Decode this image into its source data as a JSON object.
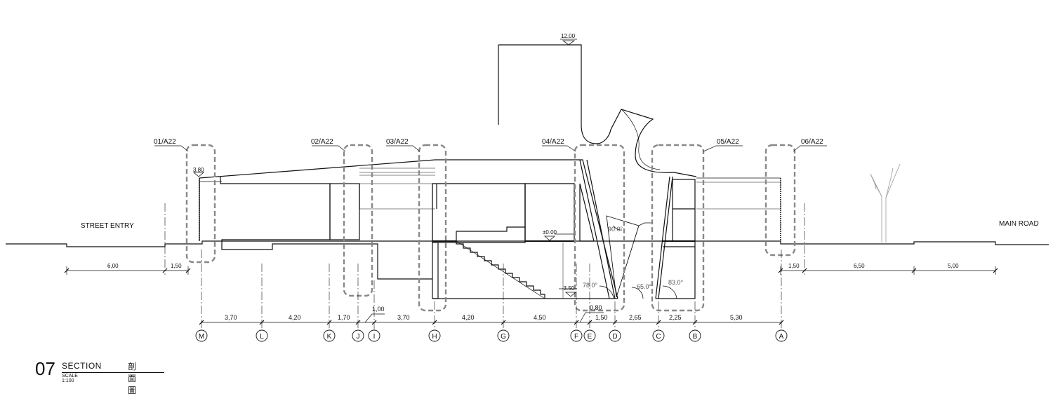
{
  "drawing": {
    "number": "07",
    "title": "SECTION",
    "title_cn": "剖面圖",
    "scale": "SCALE 1:100"
  },
  "labels": {
    "street_entry": "STREET ENTRY",
    "main_road": "MAIN ROAD"
  },
  "detail_callouts": [
    "01/A22",
    "02/A22",
    "03/A22",
    "04/A22",
    "05/A22",
    "06/A22"
  ],
  "levels": {
    "top": "12.00",
    "left_roof": "3.80",
    "ground": "±0.00",
    "basement": "-3.50"
  },
  "angles": [
    "90.0°",
    "78.0°",
    "65.0°",
    "83.0°"
  ],
  "site_dims": [
    "6,00",
    "1,50",
    "1,50",
    "6,50",
    "5,00"
  ],
  "grid_dims": [
    "3,70",
    "4,20",
    "1,70",
    "3,70",
    "4,20",
    "4,50",
    "1,50",
    "2,65",
    "2,25",
    "5,30"
  ],
  "small_dims": [
    "1,00",
    "0,80"
  ],
  "grid_labels": [
    "M",
    "L",
    "K",
    "J",
    "I",
    "H",
    "G",
    "F",
    "E",
    "D",
    "C",
    "B",
    "A"
  ]
}
